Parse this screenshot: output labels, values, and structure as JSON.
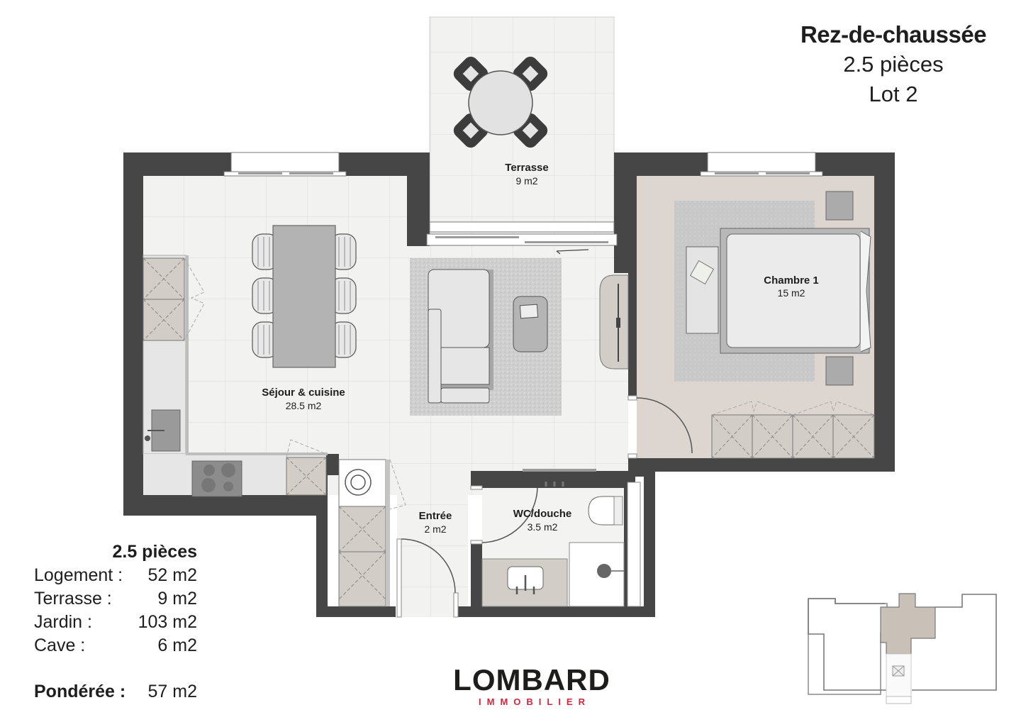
{
  "header": {
    "floor": "Rez-de-chaussée",
    "rooms": "2.5 pièces",
    "lot": "Lot 2"
  },
  "rooms": [
    {
      "id": "sejour",
      "label": "Séjour & cuisine",
      "area": "28.5 m2"
    },
    {
      "id": "terrasse",
      "label": "Terrasse",
      "area": "9 m2"
    },
    {
      "id": "chambre",
      "label": "Chambre 1",
      "area": "15 m2"
    },
    {
      "id": "entree",
      "label": "Entrée",
      "area": "2 m2"
    },
    {
      "id": "wc",
      "label": "WC/douche",
      "area": "3.5 m2"
    }
  ],
  "summary": {
    "title": "2.5 pièces",
    "rows": [
      {
        "label": "Logement :",
        "value": "52 m2"
      },
      {
        "label": "Terrasse :",
        "value": "9 m2"
      },
      {
        "label": "Jardin :",
        "value": "103 m2"
      },
      {
        "label": "Cave :",
        "value": "6 m2"
      }
    ],
    "weighted": {
      "label": "Pondérée :",
      "value": "57 m2"
    }
  },
  "logo": {
    "brand": "LOMBARD",
    "subtitle": "IMMOBILIER",
    "accent_color": "#d4263a"
  },
  "colors": {
    "wall": "#464646",
    "floor_tile": "#f0f0ef",
    "bedroom_floor": "#dcd5cf",
    "cabinet": "#d2cec7",
    "keyplan_highlight": "#c9c1b8"
  }
}
